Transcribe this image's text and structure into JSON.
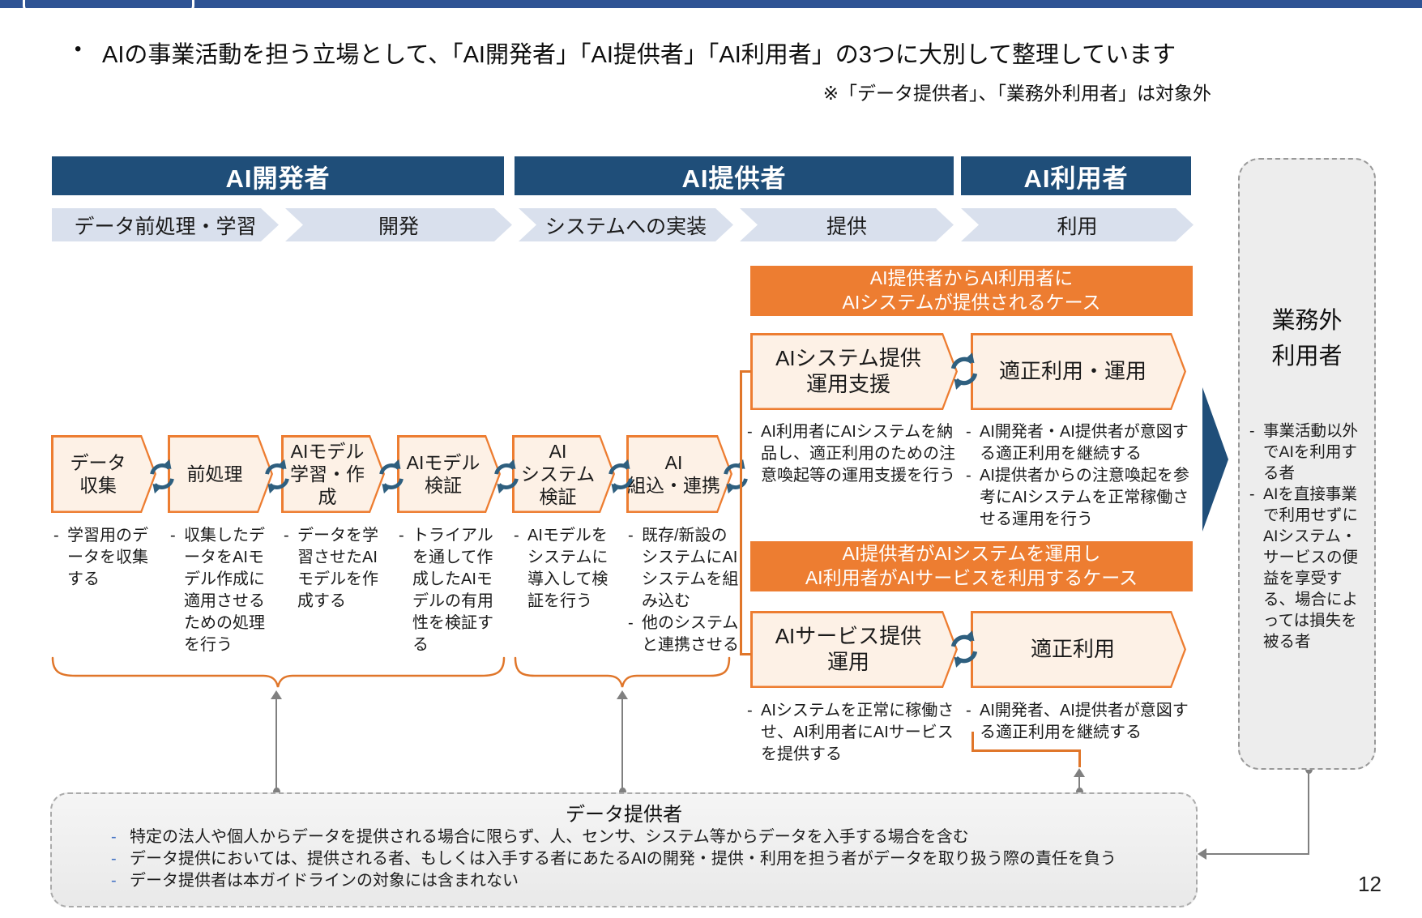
{
  "slide": {
    "bullet": "AIの事業活動を担う立場として、「AI開発者」「AI提供者」「AI利用者」の3つに大別して整理しています",
    "note": "※「データ提供者」、「業務外利用者」は対象外",
    "page_number": "12"
  },
  "colors": {
    "header_navy": "#1F4E79",
    "top_strip_blue": "#2E5394",
    "phase_chevron": "#D9E0ED",
    "accent_orange": "#ED7D31",
    "box_cream": "#FDF1E6",
    "sync_icon_blue": "#2E5F7F",
    "connector_gray": "#808080",
    "provider_dash_blue": "#4472C4"
  },
  "icons": {
    "sync_icon": "circular-cycle-arrows"
  },
  "roles": [
    {
      "label": "AI開発者"
    },
    {
      "label": "AI提供者"
    },
    {
      "label": "AI利用者"
    }
  ],
  "phases": [
    {
      "label": "データ前処理・学習"
    },
    {
      "label": "開発"
    },
    {
      "label": "システムへの実装"
    },
    {
      "label": "提供"
    },
    {
      "label": "利用"
    }
  ],
  "steps": [
    {
      "label": "データ\n収集",
      "bullets": [
        "学習用のデータを収集する"
      ]
    },
    {
      "label": "前処理",
      "bullets": [
        "収集したデータをAIモデル作成に適用させるための処理を行う"
      ]
    },
    {
      "label": "AIモデル\n学習・作成",
      "bullets": [
        "データを学習させたAIモデルを作成する"
      ]
    },
    {
      "label": "AIモデル\n検証",
      "bullets": [
        "トライアルを通して作成したAIモデルの有用性を検証する"
      ]
    },
    {
      "label": "AI\nシステム\n検証",
      "bullets": [
        "AIモデルをシステムに導入して検証を行う"
      ]
    },
    {
      "label": "AI\n組込・連携",
      "bullets": [
        "既存/新設のシステムにAIシステムを組み込む",
        "他のシステムと連携させる"
      ]
    }
  ],
  "case1": {
    "banner": "AI提供者からAI利用者に\nAIシステムが提供されるケース",
    "left_box": {
      "label": "AIシステム提供\n運用支援",
      "bullets": [
        "AI利用者にAIシステムを納品し、適正利用のための注意喚起等の運用支援を行う"
      ]
    },
    "right_box": {
      "label": "適正利用・運用",
      "bullets": [
        "AI開発者・AI提供者が意図する適正利用を継続する",
        "AI提供者からの注意喚起を参考にAIシステムを正常稼働させる運用を行う"
      ]
    }
  },
  "case2": {
    "banner": "AI提供者がAIシステムを運用し\nAI利用者がAIサービスを利用するケース",
    "left_box": {
      "label": "AIサービス提供\n運用",
      "bullets": [
        "AIシステムを正常に稼働させ、AI利用者にAIサービスを提供する"
      ]
    },
    "right_box": {
      "label": "適正利用",
      "bullets": [
        "AI開発者、AI提供者が意図する適正利用を継続する"
      ]
    }
  },
  "outside_user": {
    "title": "業務外\n利用者",
    "bullets": [
      "事業活動以外でAIを利用する者",
      "AIを直接事業で利用せずにAIシステム・サービスの便益を享受する、場合によっては損失を被る者"
    ]
  },
  "data_provider": {
    "title": "データ提供者",
    "bullets": [
      "特定の法人や個人からデータを提供される場合に限らず、人、センサ、システム等からデータを入手する場合を含む",
      "データ提供においては、提供される者、もしくは入手する者にあたるAIの開発・提供・利用を担う者がデータを取り扱う際の責任を負う",
      "データ提供者は本ガイドラインの対象には含まれない"
    ]
  }
}
